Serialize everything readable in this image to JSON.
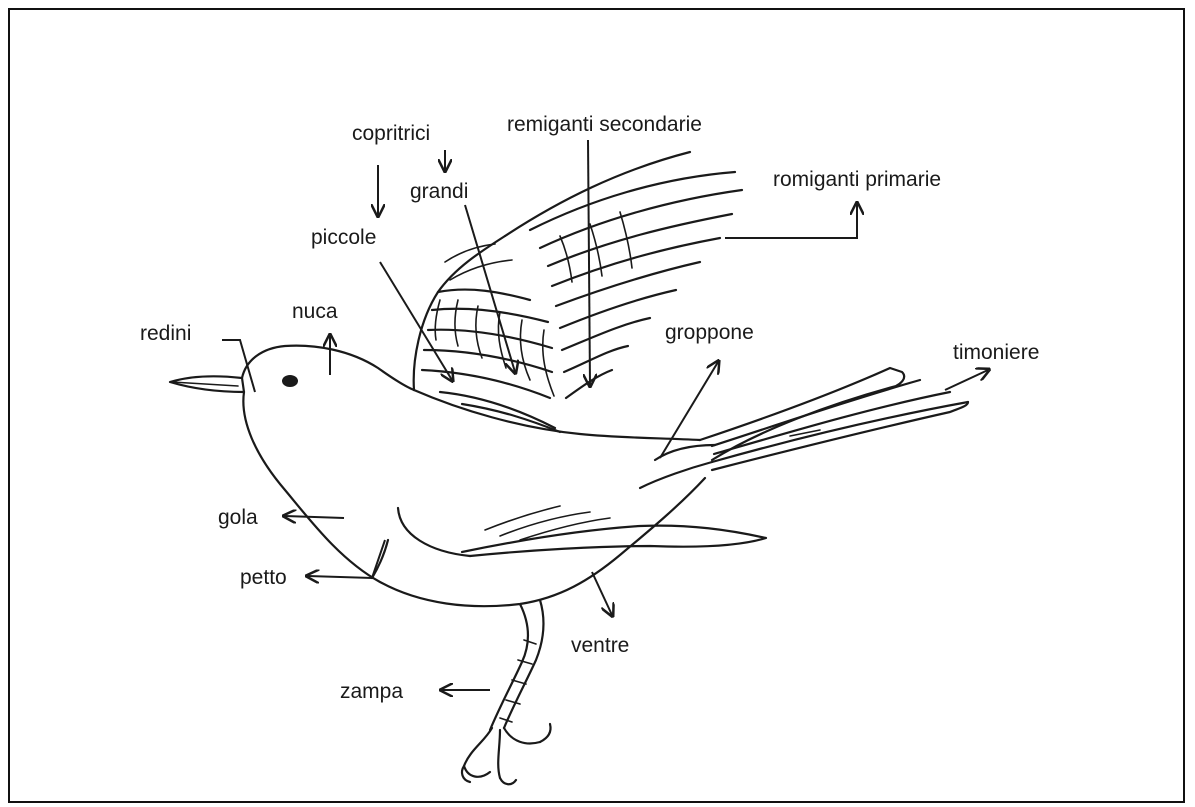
{
  "labels": {
    "copritrici": "copritrici",
    "remiganti_secondarie": "remiganti secondarie",
    "grandi": "grandi",
    "remiganti_primarie": "romiganti primarie",
    "piccole": "piccole",
    "nuca": "nuca",
    "redini": "redini",
    "groppone": "groppone",
    "timoniere": "timoniere",
    "gola": "gola",
    "petto": "petto",
    "ventre": "ventre",
    "zampa": "zampa"
  }
}
